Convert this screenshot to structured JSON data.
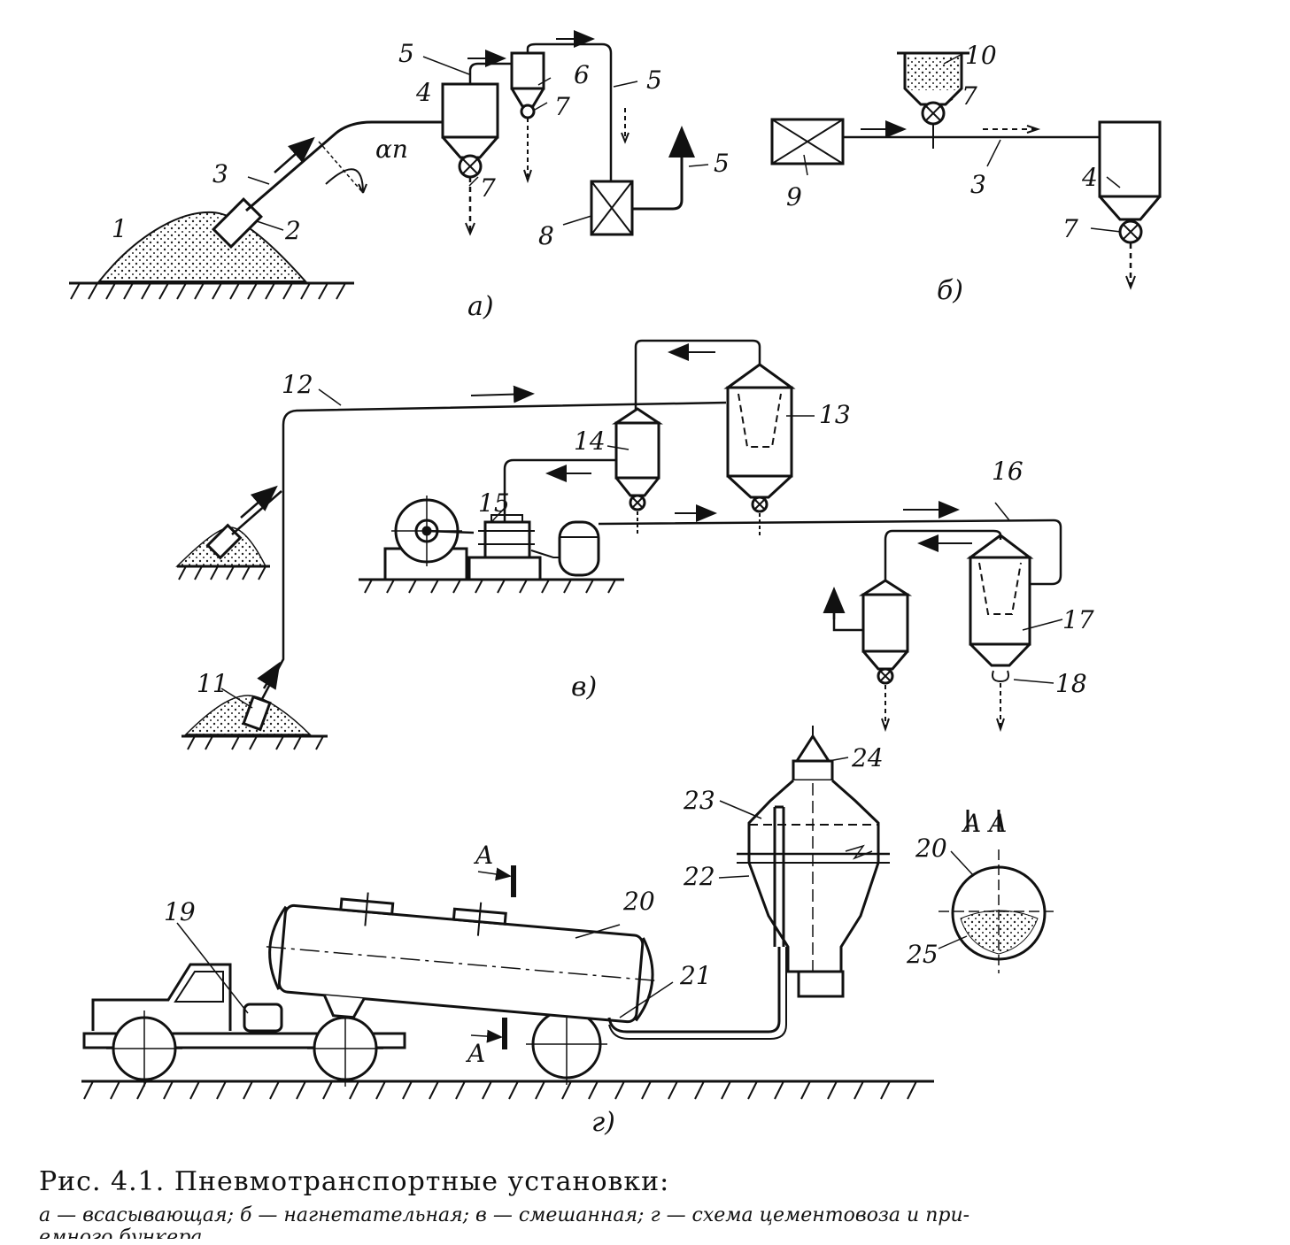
{
  "figure": {
    "labels": {
      "n1": "1",
      "n2": "2",
      "n3": "3",
      "n4": "4",
      "n5a": "5",
      "n6": "6",
      "n7a": "7",
      "n5b": "5",
      "n7b": "7",
      "n5c": "5",
      "n8": "8",
      "alpha": "αn",
      "n10": "10",
      "n7c": "7",
      "n9": "9",
      "n3b": "3",
      "n4b": "4",
      "n7d": "7",
      "n12": "12",
      "n13": "13",
      "n14": "14",
      "n15": "15",
      "n16": "16",
      "n17": "17",
      "n18": "18",
      "n11": "11",
      "n24": "24",
      "n23": "23",
      "n22": "22",
      "n20": "20",
      "n19": "19",
      "n21": "21",
      "n20b": "20",
      "n25": "25",
      "sectA1": "A",
      "sectA2": "A",
      "sectAA": "A  A"
    },
    "sublabels": {
      "a": "a)",
      "b": "б)",
      "v": "в)",
      "g": "г)"
    }
  },
  "caption": {
    "title": "Рис.  4.1.  Пневмотранспортные  установки:",
    "text": "а — всасывающая;  б — нагнетательная;  в — смешанная;  г — схема цементовоза и при-",
    "text2": "емного  бункера"
  }
}
